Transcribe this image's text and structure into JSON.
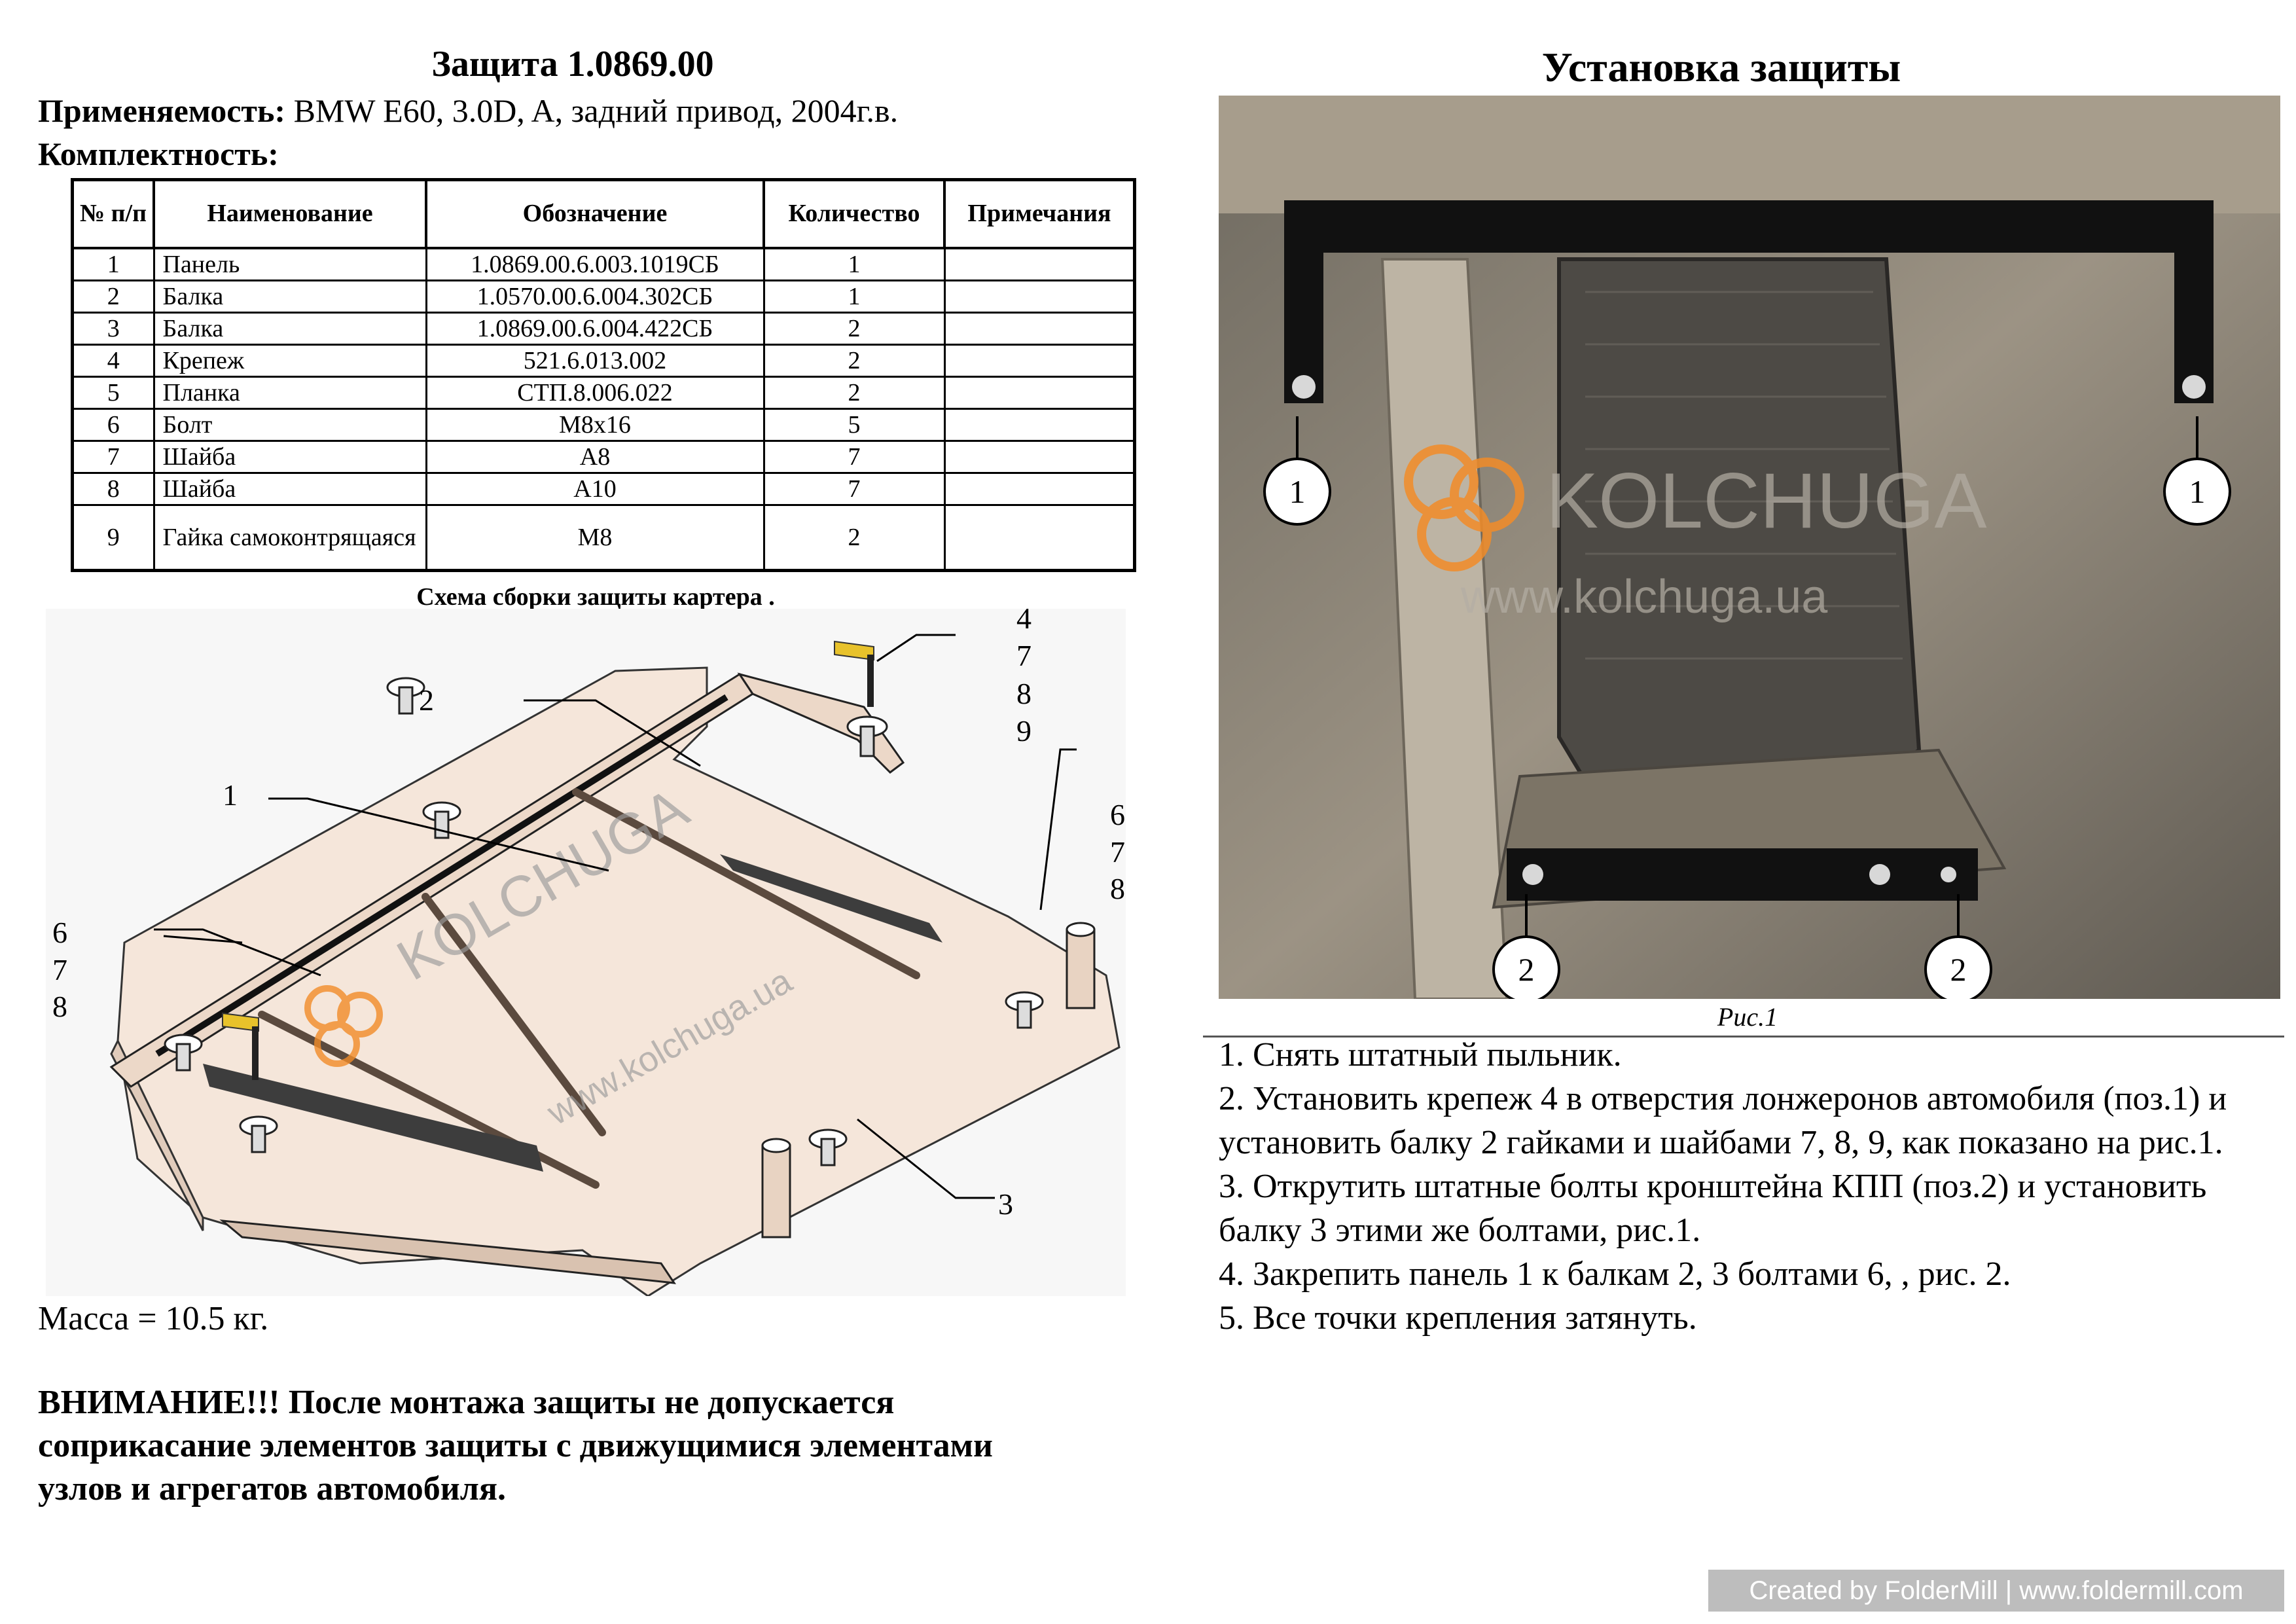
{
  "left": {
    "title": "Защита 1.0869.00",
    "applicability_label": "Применяемость:",
    "applicability_value": " BMW E60, 3.0D, A, задний привод, 2004г.в.",
    "kit_label": "Комплектность:",
    "table": {
      "headers": [
        "№ п/п",
        "Наименование",
        "Обозначение",
        "Количество",
        "Примечания"
      ],
      "rows": [
        [
          "1",
          "Панель",
          "1.0869.00.6.003.1019СБ",
          "1",
          ""
        ],
        [
          "2",
          "Балка",
          "1.0570.00.6.004.302СБ",
          "1",
          ""
        ],
        [
          "3",
          "Балка",
          "1.0869.00.6.004.422СБ",
          "2",
          ""
        ],
        [
          "4",
          "Крепеж",
          "521.6.013.002",
          "2",
          ""
        ],
        [
          "5",
          "Планка",
          "СТП.8.006.022",
          "2",
          ""
        ],
        [
          "6",
          "Болт",
          "M8x16",
          "5",
          ""
        ],
        [
          "7",
          "Шайба",
          "A8",
          "7",
          ""
        ],
        [
          "8",
          "Шайба",
          "A10",
          "7",
          ""
        ],
        [
          "9",
          "Гайка самоконтрящаяся",
          "M8",
          "2",
          ""
        ]
      ]
    },
    "scheme_caption": "Схема сборки защиты картера .",
    "callouts": {
      "c1": "1",
      "c2": "2",
      "c3": "3",
      "c4_col": [
        "4",
        "7",
        "8",
        "9"
      ],
      "c6_left": [
        "6",
        "7",
        "8"
      ],
      "c6_right": [
        "6",
        "7",
        "8"
      ]
    },
    "watermark_brand": "KOLCHUGA",
    "watermark_url": "www.kolchuga.ua",
    "mass": "Масса = 10.5 кг.",
    "warning": "ВНИМАНИЕ!!! После монтажа защиты не допускается соприкасание элементов защиты с движущимися элементами узлов и агрегатов автомобиля."
  },
  "right": {
    "title": "Установка защиты",
    "photo_labels": {
      "a": "1",
      "b": "1",
      "c": "2",
      "d": "2"
    },
    "watermark_brand": "KOLCHUGA",
    "watermark_url": "www.kolchuga.ua",
    "figure_caption": "Рис.1",
    "steps": [
      "1. Снять штатный пыльник.",
      "2. Установить крепеж 4 в отверстия лонжеронов автомобиля (поз.1) и установить балку 2 гайками и шайбами 7, 8, 9, как показано на рис.1.",
      "3. Открутить штатные болты кронштейна КПП (поз.2) и установить балку 3 этими же болтами, рис.1.",
      "4. Закрепить панель 1 к балкам 2, 3 болтами 6, , рис. 2.",
      "5. Все точки крепления затянуть."
    ]
  },
  "footer": {
    "credit": "Created by FolderMill | www.foldermill.com"
  },
  "colors": {
    "accent_orange": "#f28c28",
    "panel_fill": "#f5e6da",
    "beam": "#111111",
    "photo_bg": "#8a8275"
  }
}
